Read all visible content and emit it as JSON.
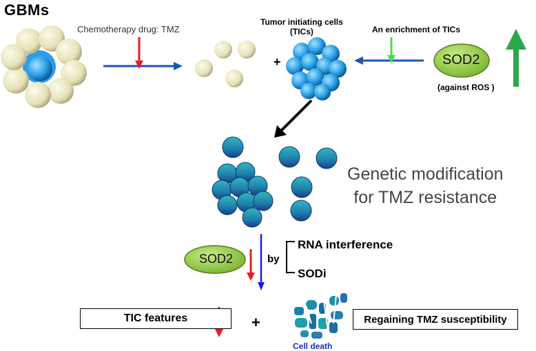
{
  "title": "GBMs",
  "top_row": {
    "chemo_label": "Chemotherapy drug: TMZ",
    "plus": "+",
    "tic_label_line1": "Tumor initiating cells",
    "tic_label_line2": "(TICs)",
    "enrichment_label": "An enrichment of TICs",
    "sod2_label": "SOD2",
    "against_ros_label": "(against ROS )"
  },
  "middle": {
    "genetic_line1": "Genetic modification",
    "genetic_line2": "for TMZ resistance"
  },
  "intervention": {
    "sod2_label": "SOD2",
    "by_label": "by",
    "methods": [
      "RNA interference",
      "SODi"
    ]
  },
  "outcome": {
    "tic_features": "TIC features",
    "plus": "+",
    "cell_death": "Cell death",
    "regaining": "Regaining TMZ susceptibility"
  },
  "colors": {
    "cream_cell": "#ebe8c0",
    "blue_cell": "#2f9fe0",
    "teal_cell": "#1f9fb0",
    "sod2_fill": "#8cc63e",
    "arrow_red": "#e81c1c",
    "arrow_green": "#2ca84a",
    "arrow_blue": "#1c53b8"
  }
}
